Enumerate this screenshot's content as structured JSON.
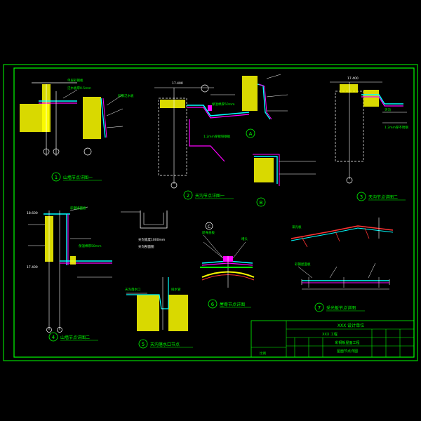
{
  "colors": {
    "background": "#000000",
    "frame": "#00ff00",
    "text": "#00ff00",
    "leader": "#ffffff",
    "concrete": "#ffff00",
    "insulation": "#ff00ff",
    "roof": "#00ffff",
    "red": "#ff3333",
    "axis": "#ffffff"
  },
  "title_block": {
    "company": "XXX 设计单位",
    "project": "XXX 工程",
    "drawing_title": "屋面节点详图",
    "sub_title": "彩钢板屋面工程",
    "scale_note": "比例"
  },
  "details": [
    {
      "num": "1",
      "title": "山墙节点详图一"
    },
    {
      "num": "2",
      "title": "天沟节点详图一"
    },
    {
      "num": "3",
      "title": "天沟节点详图二"
    },
    {
      "num": "4",
      "title": "山墙节点详图二"
    },
    {
      "num": "5",
      "title": "天沟落水口节点"
    },
    {
      "num": "6",
      "title": "屋脊节点详图"
    },
    {
      "num": "7",
      "title": "采光板节点详图"
    }
  ],
  "markers": {
    "A": "A",
    "B": "B",
    "C": "C"
  },
  "annotations": {
    "d1_a": "单层彩钢板",
    "d1_b": "泛水板厚0.5mm",
    "d2_a": "彩钢泛水板",
    "d2_b": "保温棉厚50mm",
    "d2_c": "1.2mm厚镀锌钢板",
    "d3_a": "天沟",
    "d3_b": "1.2mm厚不锈钢",
    "d4_a": "彩钢墙面板",
    "d4_b": "保温棉厚50mm",
    "d5_a": "天沟落水口",
    "d5_b": "排水管",
    "d6_a": "屋脊盖板",
    "d6_b": "堵头",
    "d7_a": "采光板",
    "d7_b": "彩钢屋面板",
    "top_elev": "天沟宽度1000mm",
    "mid_label": "天沟剖面图",
    "elev_a": "17.400",
    "elev_b": "18.600"
  }
}
